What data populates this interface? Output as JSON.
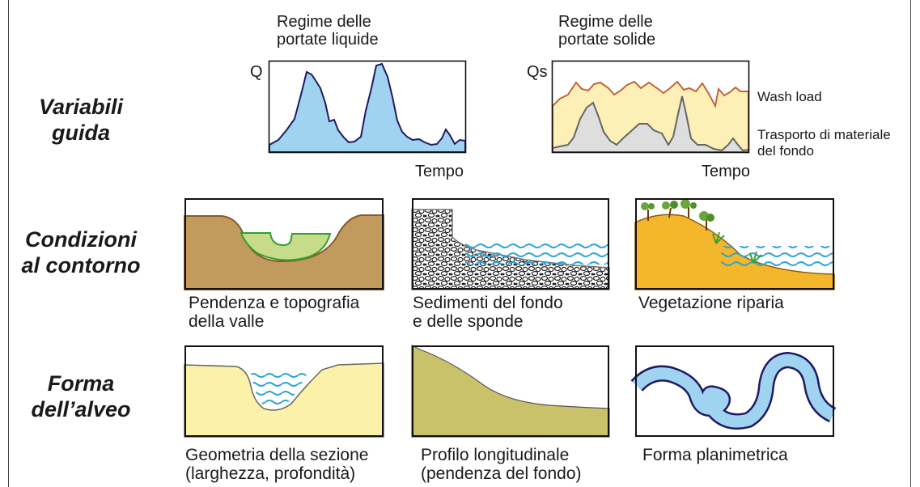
{
  "rows": {
    "variabili": "Variabili\nguida",
    "condizioni": "Condizioni\nal contorno",
    "forma": "Forma\ndell’alveo"
  },
  "liquid_chart": {
    "title": "Regime delle\nportate liquide",
    "y_label": "Q",
    "x_label": "Tempo",
    "fill_color": "#9fd3f0",
    "line_color": "#1f1a63"
  },
  "solid_chart": {
    "title": "Regime delle\nportate solide",
    "y_label": "Qs",
    "x_label": "Tempo",
    "series": [
      {
        "name": "Wash load",
        "color": "#c0663a"
      },
      {
        "name": "Trasporto di materiale\ndel fondo",
        "color": "#666666"
      }
    ]
  },
  "captions": {
    "valley": "Pendenza e topografia\ndella valle",
    "sediments": "Sedimenti del fondo\ne delle sponde",
    "vegetation": "Vegetazione riparia",
    "section": "Geometria della sezione\n(larghezza, profondità)",
    "profile": "Profilo longitudinale\n(pendenza del fondo)",
    "planform": "Forma planimetrica"
  },
  "colors": {
    "valley_brown": "#c29a5e",
    "floodplain_green": "#c7dc8a",
    "water_wave": "#2aa3d8",
    "vegetation_orange": "#f4b62a",
    "section_yellow": "#fbf1a8",
    "profile_olive": "#c9c26a",
    "river_blue": "#9fd3f0"
  }
}
